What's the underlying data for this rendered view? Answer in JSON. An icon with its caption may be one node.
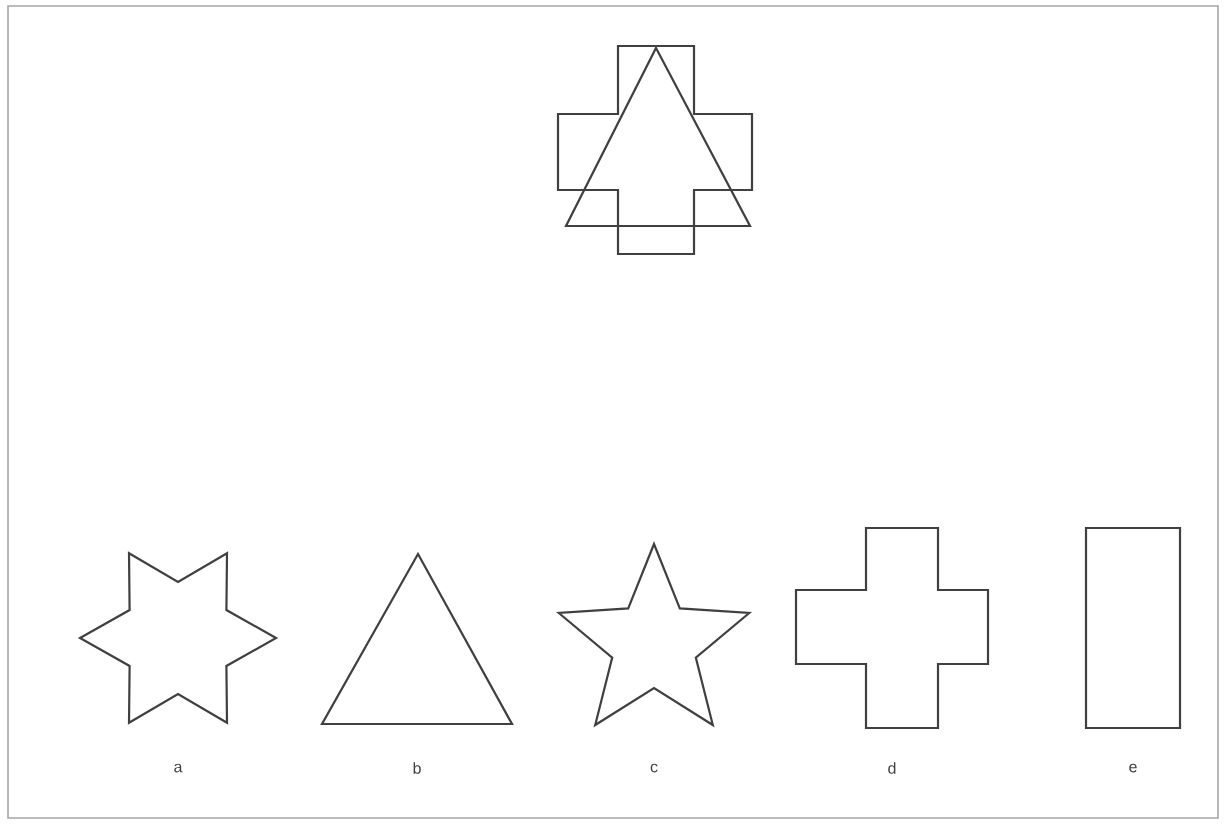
{
  "diagram": {
    "nodes": [
      {
        "text": [],
        "shape": "composite"
      },
      {
        "text": [],
        "shape": "hexagram",
        "beside": [
          "a"
        ]
      },
      {
        "text": [],
        "shape": "triangle",
        "beside": [
          "b"
        ]
      },
      {
        "text": [],
        "shape": "star",
        "beside": [
          "c"
        ]
      },
      {
        "text": [],
        "shape": "cross",
        "beside": [
          "d"
        ]
      },
      {
        "text": [],
        "shape": "box",
        "beside": [
          "e"
        ]
      }
    ]
  }
}
